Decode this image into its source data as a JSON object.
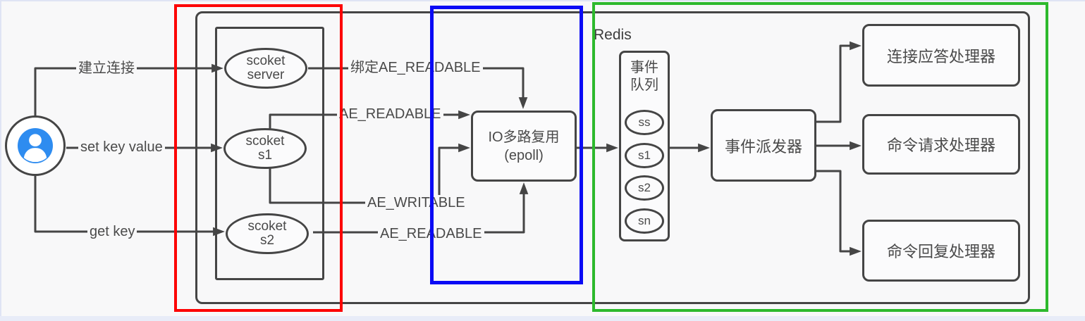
{
  "diagram": {
    "client_labels": {
      "establish": "建立连接",
      "set_key": "set key value",
      "get_key": "get key"
    },
    "event_labels": {
      "bind_readable": "绑定AE_READABLE",
      "readable_s1": "AE_READABLE",
      "writable_s1": "AE_WRITABLE",
      "readable_s2": "AE_READABLE"
    },
    "sockets": [
      {
        "l1": "scoket",
        "l2": "server"
      },
      {
        "l1": "scoket",
        "l2": "s1"
      },
      {
        "l1": "scoket",
        "l2": "s2"
      }
    ],
    "multiplexer": {
      "l1": "IO多路复用",
      "l2": "(epoll)"
    },
    "redis": {
      "title": "Redis",
      "queue": {
        "t1": "事件",
        "t2": "队列",
        "items": [
          "ss",
          "s1",
          "s2",
          "sn"
        ]
      },
      "dispatcher": "事件派发器",
      "handlers": [
        "连接应答处理器",
        "命令请求处理器",
        "命令回复处理器"
      ]
    },
    "icons": {
      "user": "user-icon"
    },
    "colors": {
      "red_frame": "#fd0203",
      "blue_frame": "#0a0af5",
      "green_frame": "#2db92d",
      "line": "#454545",
      "avatar_blue": "#2e8cf0"
    }
  }
}
